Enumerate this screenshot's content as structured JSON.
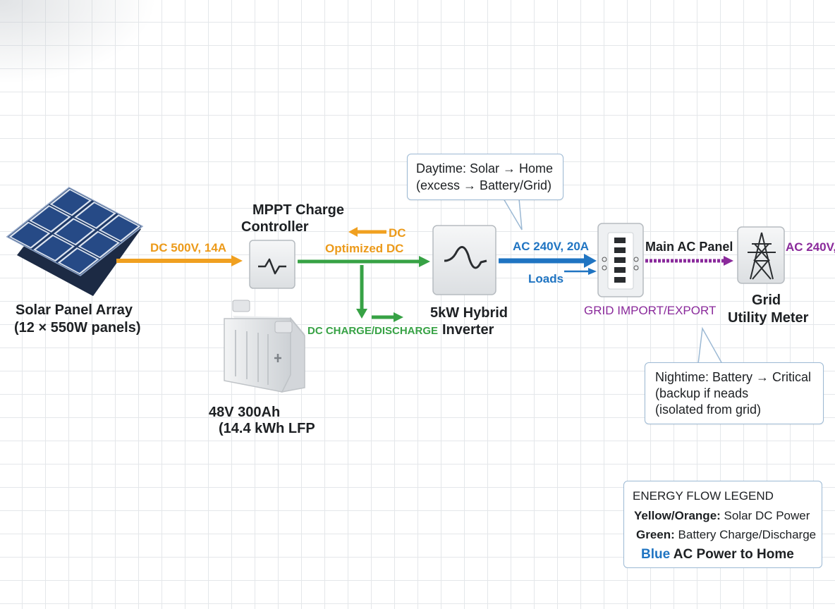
{
  "components": {
    "solar": {
      "name": "Solar Panel Array",
      "spec": "(12 × 550W panels)"
    },
    "mppt": {
      "line1": "MPPT Charge",
      "line2": "Controller"
    },
    "battery": {
      "line1": "48V 300Ah",
      "line2": "(14.4 kWh LFP"
    },
    "inverter": {
      "line1": "5kW Hybrid",
      "line2": "Inverter"
    },
    "panel": {
      "name": "Main AC Panel"
    },
    "grid": {
      "line1": "Grid",
      "line2": "Utility Meter"
    }
  },
  "flows": {
    "solar_dc": "DC 500V, 14A",
    "dc_short": "DC",
    "optimized_dc": "Optimized DC",
    "charge_discharge": "DC CHARGE/DISCHARGE",
    "ac_out": "AC 240V, 20A",
    "loads": "Loads",
    "grid_import_export": "GRID IMPORT/EXPORT",
    "grid_ac": "AC 240V,"
  },
  "callouts": {
    "day": {
      "line1": "Daytime: Solar → Home",
      "line2": "(excess → Battery/Grid)"
    },
    "night": {
      "line1": "Nightime: Battery → Critical",
      "line2": "(backup if neads",
      "line3": "(isolated from grid)"
    }
  },
  "legend": {
    "title": "ENERGY FLOW LEGEND",
    "row1_key": "Yellow/Orange:",
    "row1_text": " Solar DC Power",
    "row2_key": "Green:",
    "row2_text": " Battery Charge/Discharge",
    "row3_key": "Blue",
    "row3_text": " AC Power to Home"
  },
  "colors": {
    "solar_dc": "#f0a020",
    "battery_dc": "#37a245",
    "ac_home": "#1f74c2",
    "grid": "#8a2a9b",
    "panel_cell": "#1e3358"
  },
  "icons": {
    "mppt": "sine-wave-icon",
    "inverter": "sine-wave-icon",
    "grid": "transmission-tower-icon",
    "battery": "battery-icon"
  }
}
